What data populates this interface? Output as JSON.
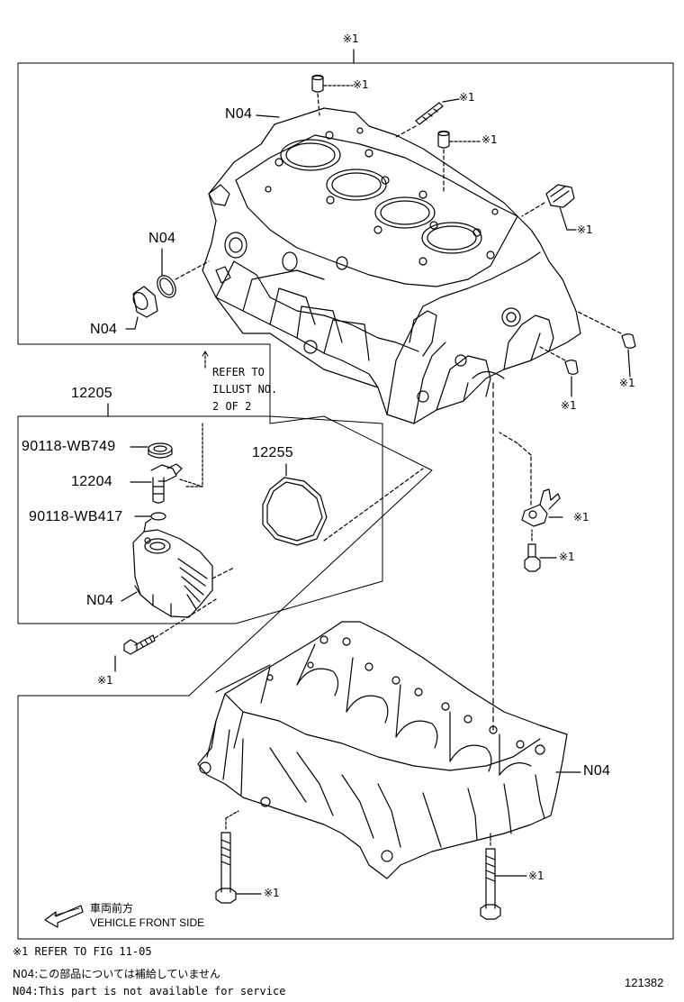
{
  "diagram": {
    "top_ref_mark": "※1",
    "parts": {
      "n04_block_upper": "N04",
      "n04_left_mid": "N04",
      "n04_left_low": "N04",
      "p12205": "12205",
      "p90118_wb749": "90118-WB749",
      "p12204": "12204",
      "p90118_wb417": "90118-WB417",
      "p12255": "12255",
      "n04_cover": "N04",
      "n04_lower_case": "N04"
    },
    "ref_marks": {
      "dowel_top": "※1",
      "stud_top": "※1",
      "dowel_right": "※1",
      "plug_right": "※1",
      "pin_right_a": "※1",
      "pin_right_b": "※1",
      "bracket": "※1",
      "bracket_bolt": "※1",
      "cover_bolt": "※1",
      "bottom_bolt_left": "※1",
      "bottom_bolt_right": "※1"
    },
    "refer_text": [
      "REFER TO",
      "ILLUST NO.",
      "2 OF 2"
    ],
    "vehicle_front": {
      "jp": "車両前方",
      "en": "VEHICLE FRONT SIDE"
    },
    "footnotes": [
      "※1  REFER TO FIG 11-05",
      "N04:この部品については補給していません",
      "N04:This part is not available for service"
    ],
    "figure_number": "121382"
  }
}
